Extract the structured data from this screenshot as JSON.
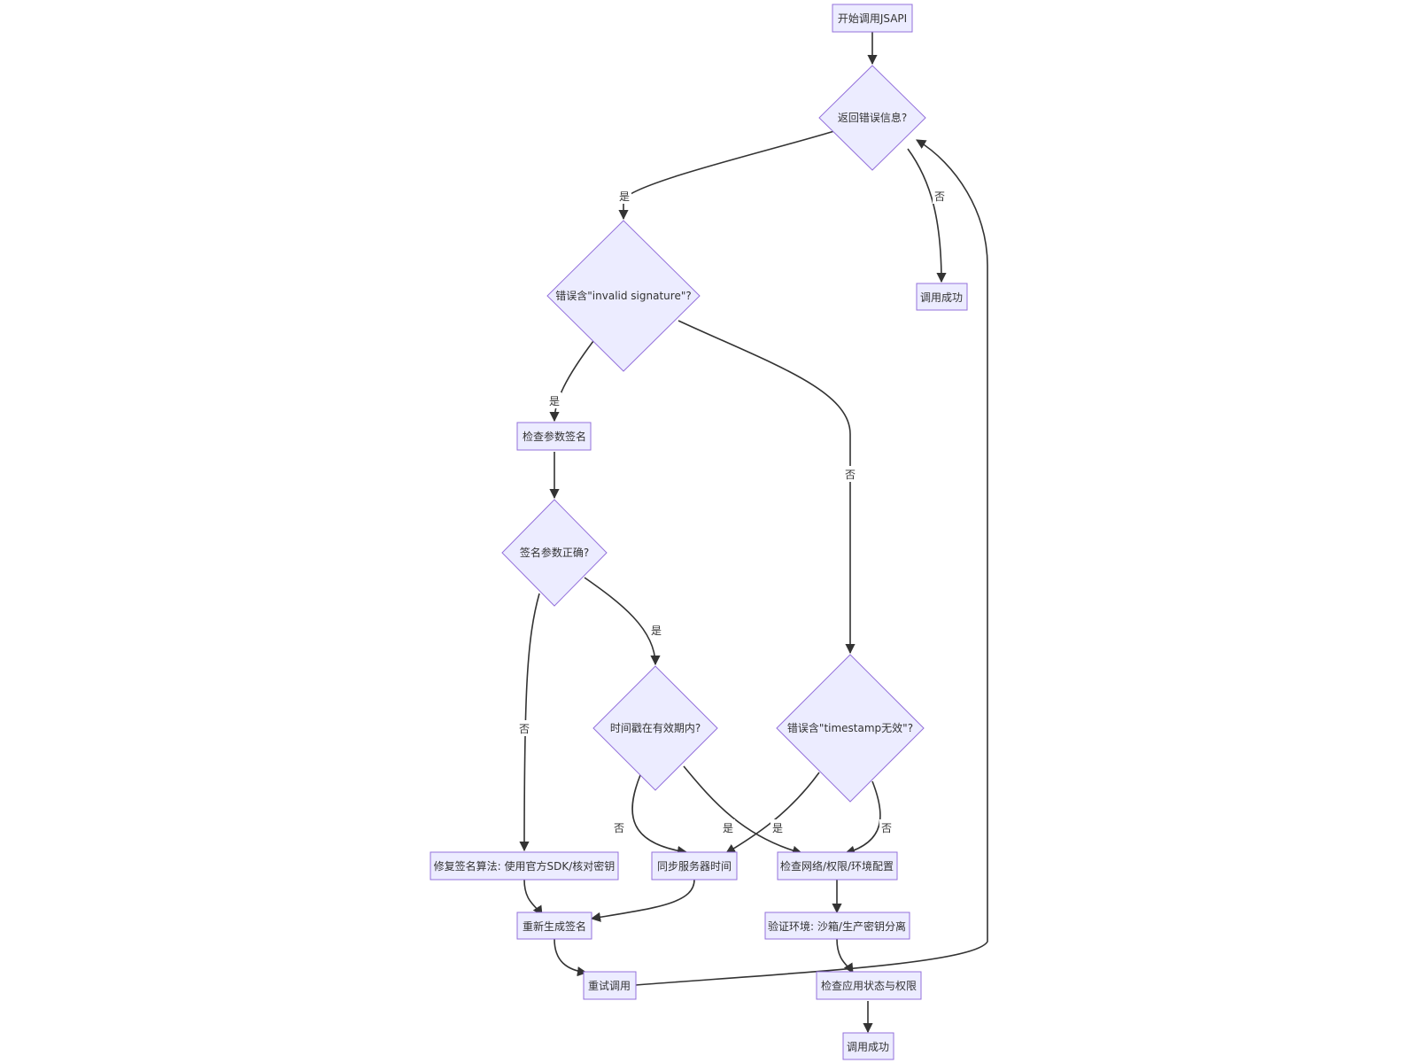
{
  "diagram": {
    "type": "flowchart",
    "colors": {
      "node_fill": "#ECECFF",
      "node_stroke": "#9370DB",
      "edge": "#333333",
      "text": "#333333"
    },
    "nodes": {
      "start": "开始调用JSAPI",
      "q_error": "返回错误信息?",
      "ok_top": "调用成功",
      "q_invalid_sig": "错误含\"invalid signature\"?",
      "check_sign": "检查参数签名",
      "q_sign_params": "签名参数正确?",
      "q_timestamp_valid": "时间戳在有效期内?",
      "q_timestamp_err": "错误含\"timestamp无效\"?",
      "fix_algo": "修复签名算法: 使用官方SDK/核对密钥",
      "sync_time": "同步服务器时间",
      "check_net": "检查网络/权限/环境配置",
      "regen_sign": "重新生成签名",
      "verify_env": "验证环境: 沙箱/生产密钥分离",
      "retry": "重试调用",
      "check_app": "检查应用状态与权限",
      "ok_bottom": "调用成功"
    },
    "edge_labels": {
      "error_yes": "是",
      "error_no": "否",
      "sig_yes": "是",
      "sig_no": "否",
      "params_no": "否",
      "params_yes": "是",
      "ts_valid_no": "否",
      "ts_valid_yes": "是",
      "ts_err_yes": "是",
      "ts_err_no": "否"
    }
  }
}
